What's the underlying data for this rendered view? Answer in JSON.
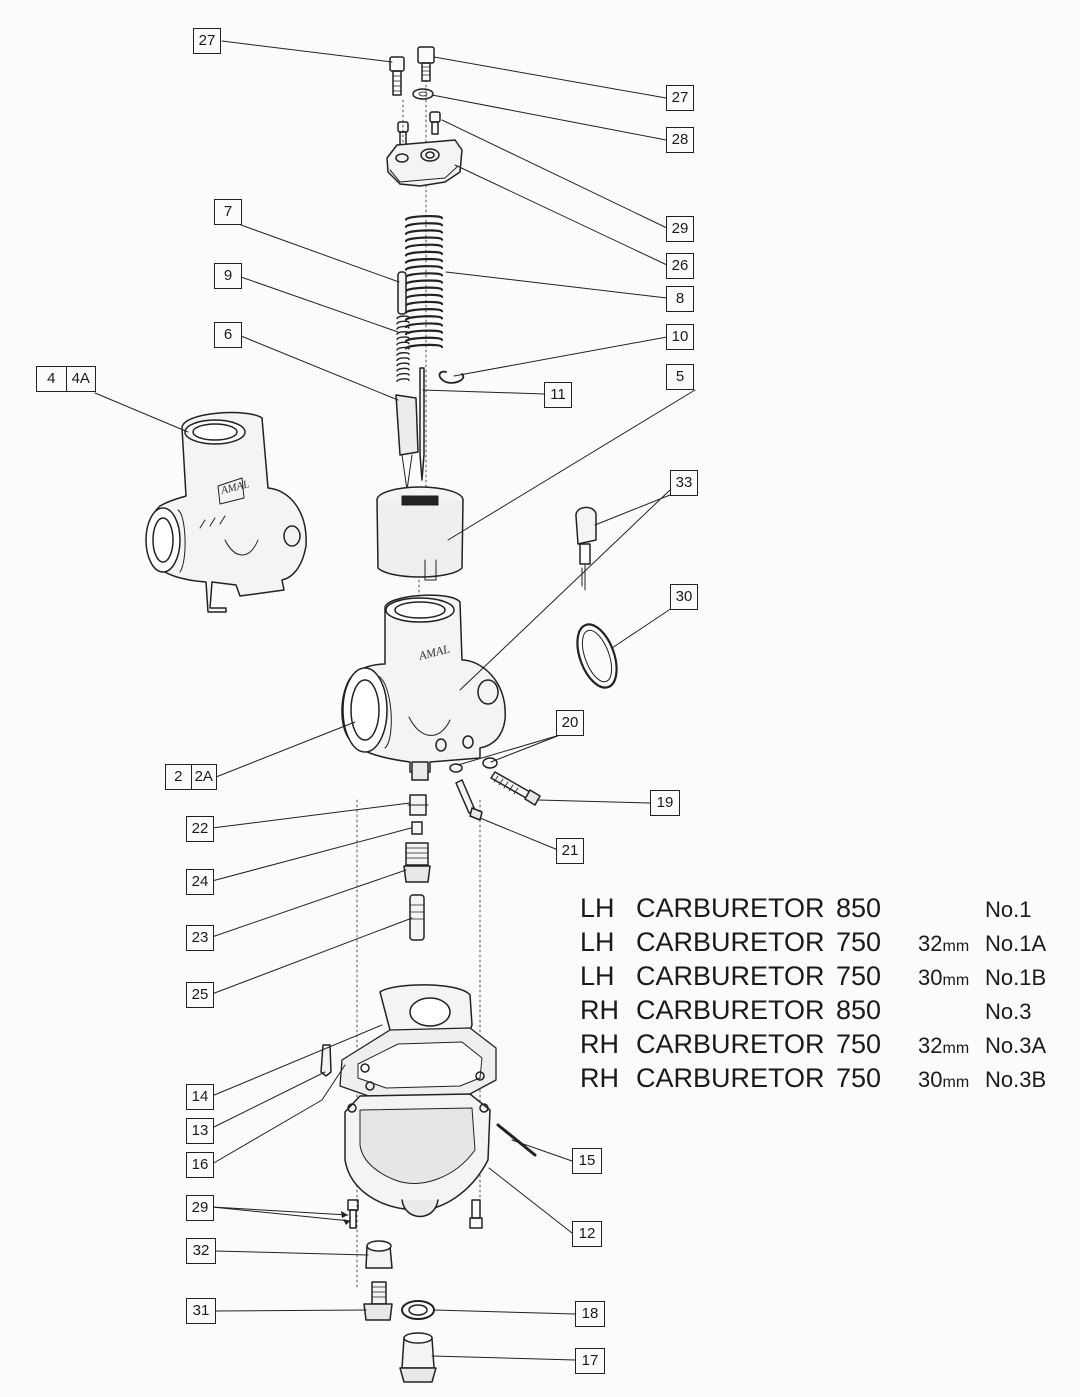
{
  "callouts": [
    {
      "id": "c27a",
      "text": "27"
    },
    {
      "id": "c27b",
      "text": "27"
    },
    {
      "id": "c28",
      "text": "28"
    },
    {
      "id": "c29a",
      "text": "29"
    },
    {
      "id": "c26",
      "text": "26"
    },
    {
      "id": "c8",
      "text": "8"
    },
    {
      "id": "c7",
      "text": "7"
    },
    {
      "id": "c9",
      "text": "9"
    },
    {
      "id": "c6",
      "text": "6"
    },
    {
      "id": "c10",
      "text": "10"
    },
    {
      "id": "c11",
      "text": "11"
    },
    {
      "id": "c5",
      "text": "5"
    },
    {
      "id": "c4",
      "text": "4",
      "text2": "4A"
    },
    {
      "id": "c33",
      "text": "33"
    },
    {
      "id": "c30",
      "text": "30"
    },
    {
      "id": "c20",
      "text": "20"
    },
    {
      "id": "c2",
      "text": "2",
      "text2": "2A"
    },
    {
      "id": "c19",
      "text": "19"
    },
    {
      "id": "c22",
      "text": "22"
    },
    {
      "id": "c21",
      "text": "21"
    },
    {
      "id": "c24",
      "text": "24"
    },
    {
      "id": "c23",
      "text": "23"
    },
    {
      "id": "c25",
      "text": "25"
    },
    {
      "id": "c14",
      "text": "14"
    },
    {
      "id": "c13",
      "text": "13"
    },
    {
      "id": "c16",
      "text": "16"
    },
    {
      "id": "c15",
      "text": "15"
    },
    {
      "id": "c12",
      "text": "12"
    },
    {
      "id": "c29b",
      "text": "29"
    },
    {
      "id": "c32",
      "text": "32"
    },
    {
      "id": "c31",
      "text": "31"
    },
    {
      "id": "c18",
      "text": "18"
    },
    {
      "id": "c17",
      "text": "17"
    }
  ],
  "legend": [
    {
      "side": "LH",
      "word": "CARBURETOR",
      "cc": "850",
      "bore": "",
      "unit": "",
      "no": "No.1"
    },
    {
      "side": "LH",
      "word": "CARBURETOR",
      "cc": "750",
      "bore": "32",
      "unit": "mm",
      "no": "No.1A"
    },
    {
      "side": "LH",
      "word": "CARBURETOR",
      "cc": "750",
      "bore": "30",
      "unit": "mm",
      "no": "No.1B"
    },
    {
      "side": "RH",
      "word": "CARBURETOR",
      "cc": "850",
      "bore": "",
      "unit": "",
      "no": "No.3"
    },
    {
      "side": "RH",
      "word": "CARBURETOR",
      "cc": "750",
      "bore": "32",
      "unit": "mm",
      "no": "No.3A"
    },
    {
      "side": "RH",
      "word": "CARBURETOR",
      "cc": "750",
      "bore": "30",
      "unit": "mm",
      "no": "No.3B"
    }
  ],
  "logo_text": "AMAL"
}
